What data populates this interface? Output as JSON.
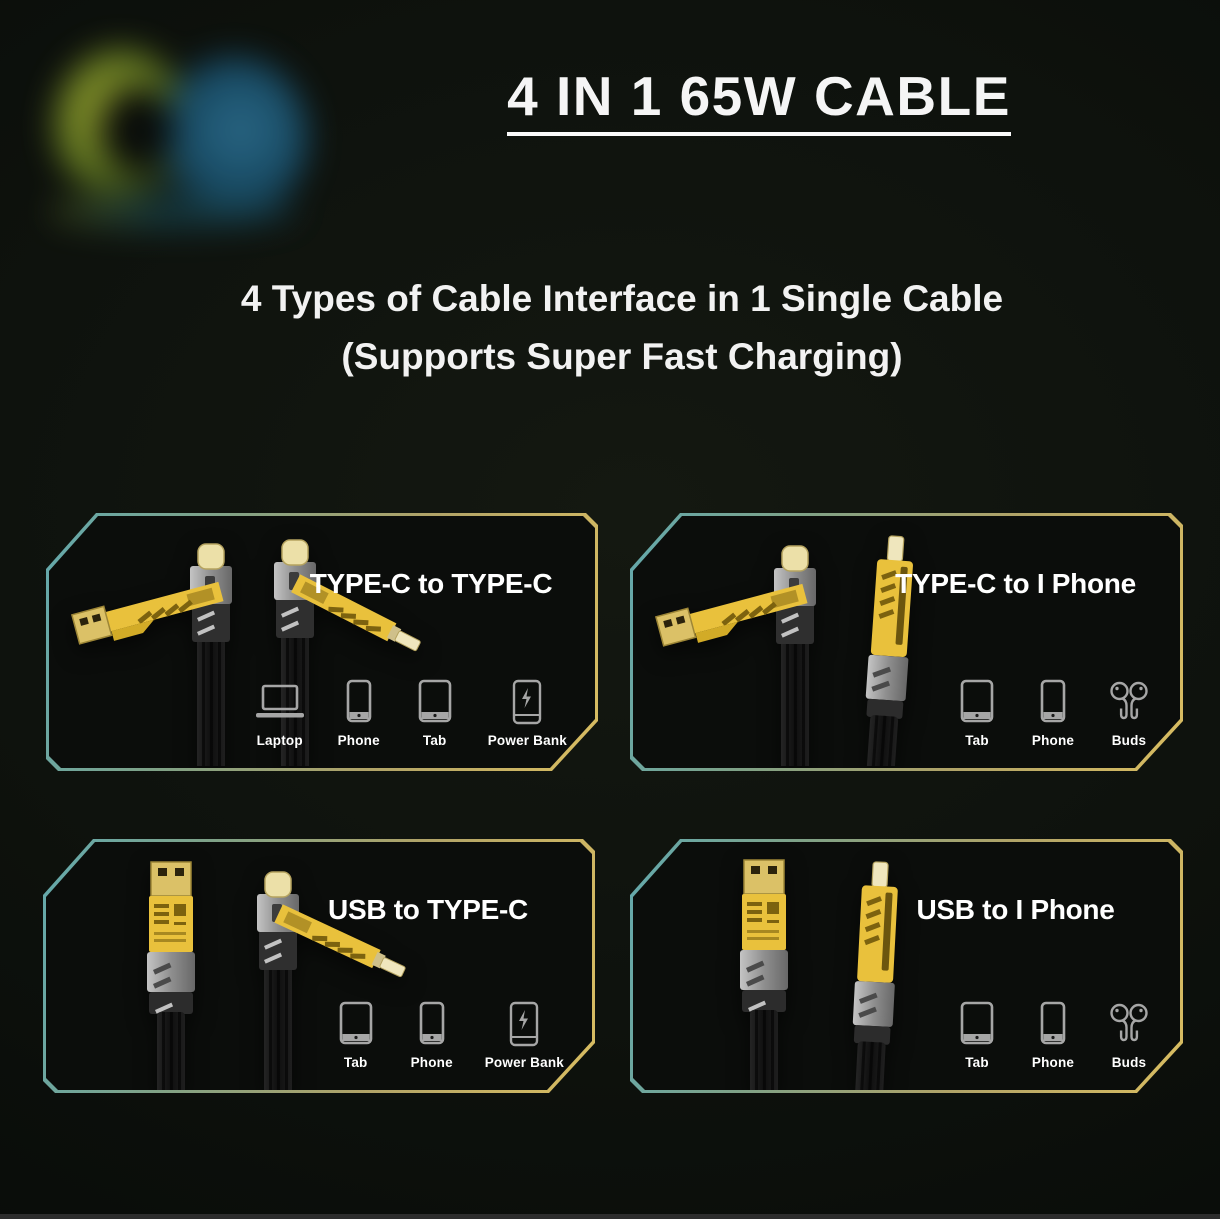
{
  "page_title": "4 IN 1 65W CABLE",
  "subtitle": {
    "line1": "4 Types of Cable Interface in 1 Single Cable",
    "line2": "(Supports Super Fast Charging)"
  },
  "brand_logo_icon": "blurred-brand-logo",
  "colors": {
    "background": "#0e120d",
    "panel_background": "#0b0d0b",
    "border_teal": "#63a9ad",
    "border_gold": "#d9bd61",
    "text": "#ffffff",
    "icon_gray": "#a6a6a6",
    "cable_yellow": "#e9c13c",
    "cable_gold_tip": "#dbc167",
    "cable_cream_tip": "#ece0a8",
    "cable_metal": "#8f8f8f",
    "cable_black": "#151515"
  },
  "panels": [
    {
      "title": "TYPE-C to TYPE-C",
      "cable_photo_icon": "type-c-to-type-c-cable-photo",
      "devices": [
        {
          "icon": "laptop-icon",
          "label": "Laptop"
        },
        {
          "icon": "phone-icon",
          "label": "Phone"
        },
        {
          "icon": "tab-icon",
          "label": "Tab"
        },
        {
          "icon": "power-bank-icon",
          "label": "Power Bank"
        }
      ]
    },
    {
      "title": "TYPE-C to I Phone",
      "cable_photo_icon": "type-c-to-iphone-cable-photo",
      "devices": [
        {
          "icon": "tab-icon",
          "label": "Tab"
        },
        {
          "icon": "phone-icon",
          "label": "Phone"
        },
        {
          "icon": "buds-icon",
          "label": "Buds"
        }
      ]
    },
    {
      "title": "USB to TYPE-C",
      "cable_photo_icon": "usb-to-type-c-cable-photo",
      "devices": [
        {
          "icon": "tab-icon",
          "label": "Tab"
        },
        {
          "icon": "phone-icon",
          "label": "Phone"
        },
        {
          "icon": "power-bank-icon",
          "label": "Power Bank"
        }
      ]
    },
    {
      "title": "USB to I Phone",
      "cable_photo_icon": "usb-to-iphone-cable-photo",
      "devices": [
        {
          "icon": "tab-icon",
          "label": "Tab"
        },
        {
          "icon": "phone-icon",
          "label": "Phone"
        },
        {
          "icon": "buds-icon",
          "label": "Buds"
        }
      ]
    }
  ]
}
